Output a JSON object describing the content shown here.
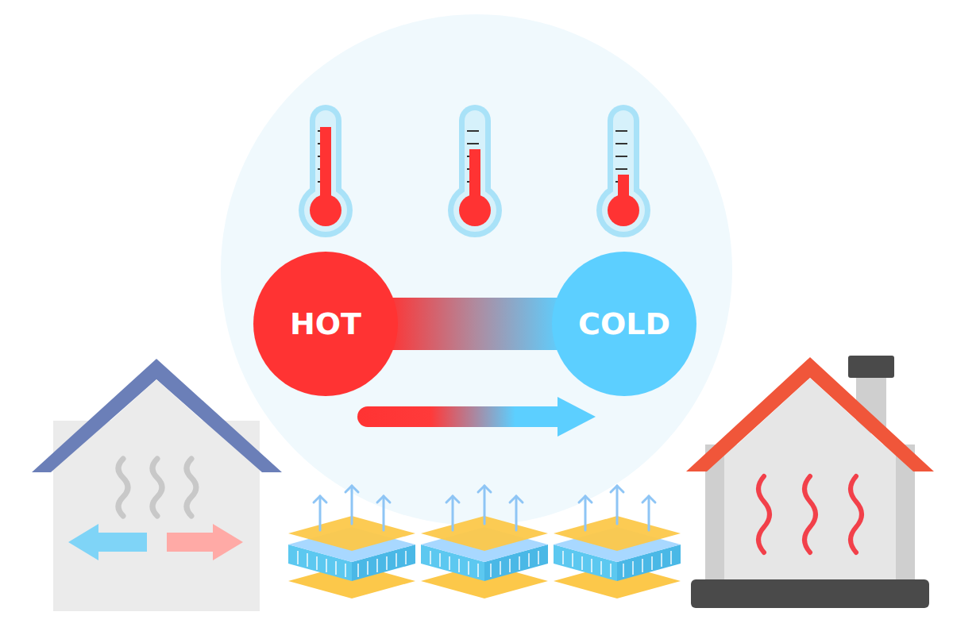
{
  "diagram": {
    "nodes": [
      {
        "text": [
          "HOT"
        ]
      },
      {
        "text": [
          "COLD"
        ]
      }
    ],
    "edges": [
      {
        "from": 0,
        "to": 1,
        "arrow": "none"
      }
    ]
  }
}
